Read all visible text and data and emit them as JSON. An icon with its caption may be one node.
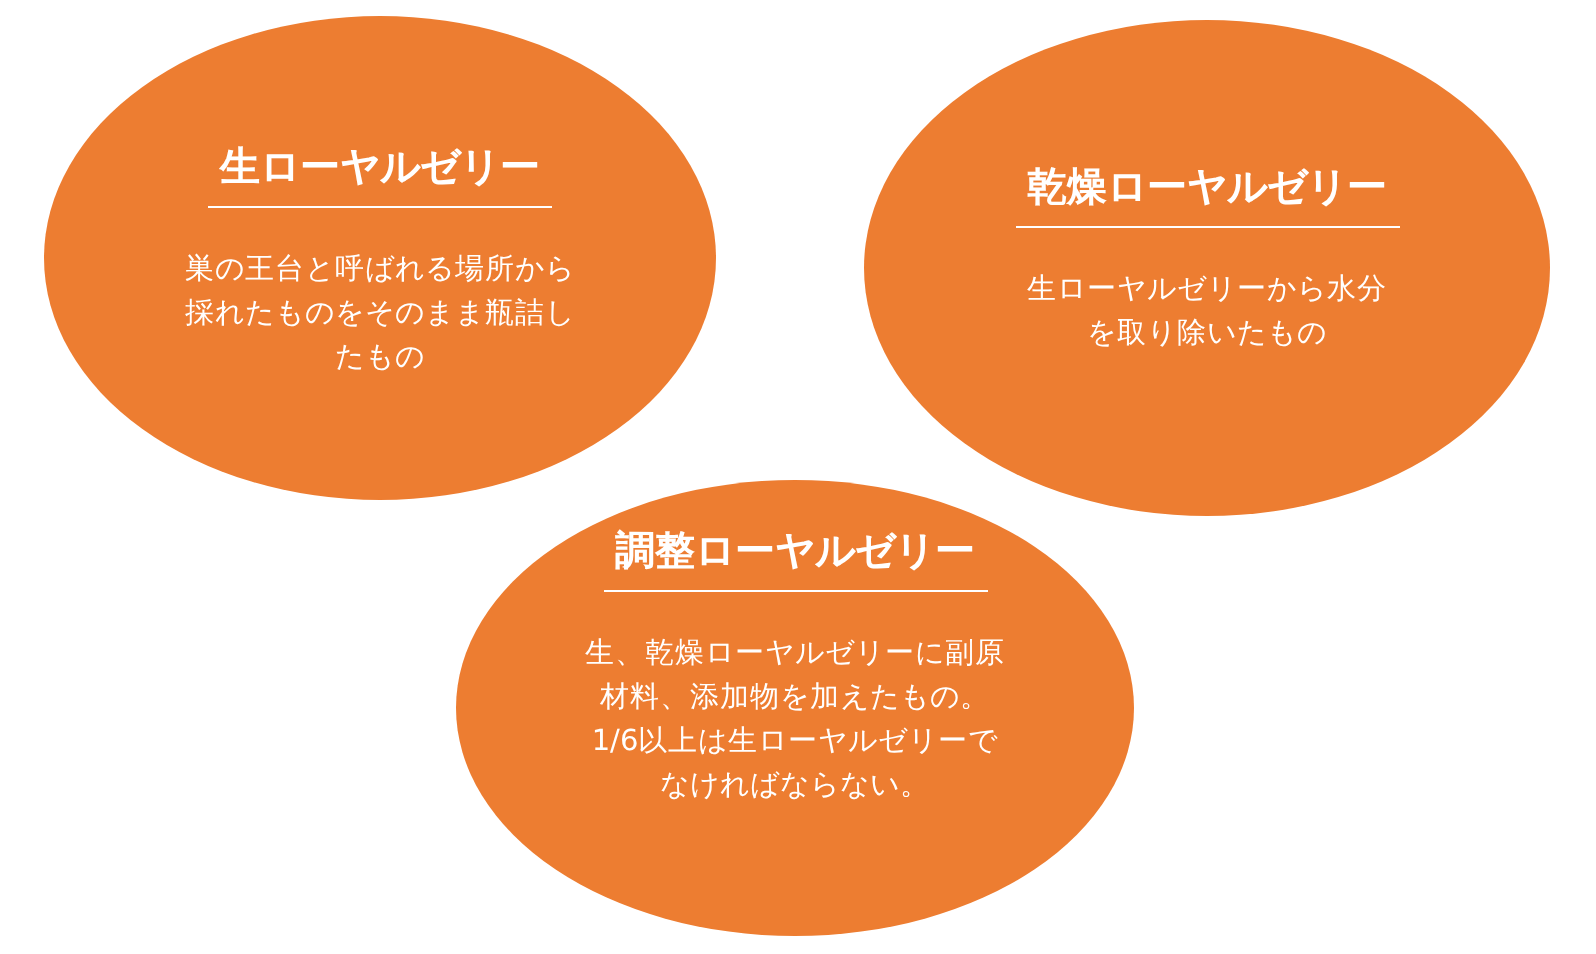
{
  "diagram": {
    "nodes": [
      {
        "text": [
          "生ローヤルゼリー",
          "巣の王台と呼ばれる場所から採れたものをそのまま瓶詰したもの"
        ]
      },
      {
        "text": [
          "乾燥ローヤルゼリー",
          "生ローヤルゼリーから水分を取り除いたもの"
        ]
      },
      {
        "text": [
          "調整ローヤルゼリー",
          "生、乾燥ローヤルゼリーに副原材料、添加物を加えたもの。1/6以上は生ローヤルゼリーでなければならない。"
        ]
      }
    ]
  }
}
